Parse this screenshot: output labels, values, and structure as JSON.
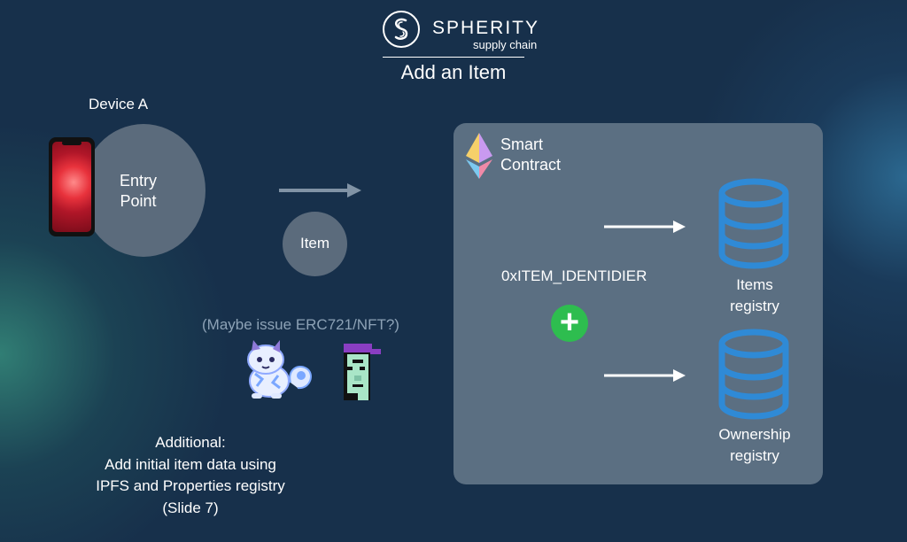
{
  "header": {
    "logo_name": "SPHERITY",
    "logo_tagline": "supply chain",
    "title": "Add an Item"
  },
  "device": {
    "label": "Device A",
    "entry_line1": "Entry",
    "entry_line2": "Point"
  },
  "item": {
    "label": "Item"
  },
  "nft": {
    "text": "(Maybe issue ERC721/NFT?)"
  },
  "additional": {
    "line1": "Additional:",
    "line2": "Add initial item data using",
    "line3": "IPFS and Properties registry",
    "line4": "(Slide 7)"
  },
  "contract": {
    "label_line1": "Smart",
    "label_line2": "Contract",
    "identifier": "0xITEM_IDENTIDIER",
    "action_symbol": "+",
    "registries": [
      {
        "line1": "Items",
        "line2": "registry"
      },
      {
        "line1": "Ownership",
        "line2": "registry"
      }
    ]
  },
  "colors": {
    "background": "#17304b",
    "panel": "#5b6f82",
    "circle": "#5b6b7c",
    "database": "#2f8ad6",
    "plus": "#2ebd4f",
    "muted_text": "#8da2b6"
  },
  "icons": [
    "spherity-logo-icon",
    "phone-icon",
    "ethereum-icon",
    "database-icon",
    "plus-icon",
    "cat-nft-icon",
    "punk-nft-icon"
  ]
}
